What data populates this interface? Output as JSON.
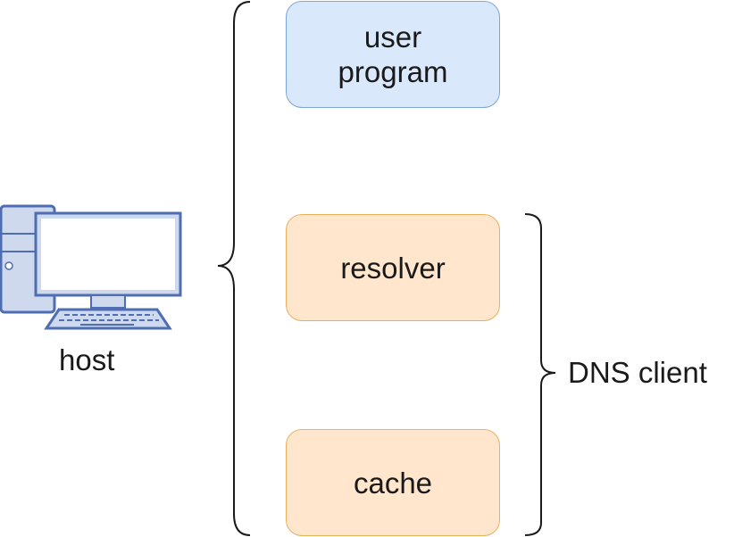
{
  "host": {
    "label": "host"
  },
  "boxes": {
    "user_program": "user\nprogram",
    "resolver": "resolver",
    "cache": "cache"
  },
  "dns_client": {
    "label": "DNS client"
  },
  "colors": {
    "user_fill": "#dae8fc",
    "user_border": "#7aa6db",
    "dns_fill": "#ffe6cc",
    "dns_border": "#e9b15c",
    "monitor": "#4f6db2",
    "monitor_fill": "#cfd9ee",
    "bracket": "#1a1a1a"
  }
}
